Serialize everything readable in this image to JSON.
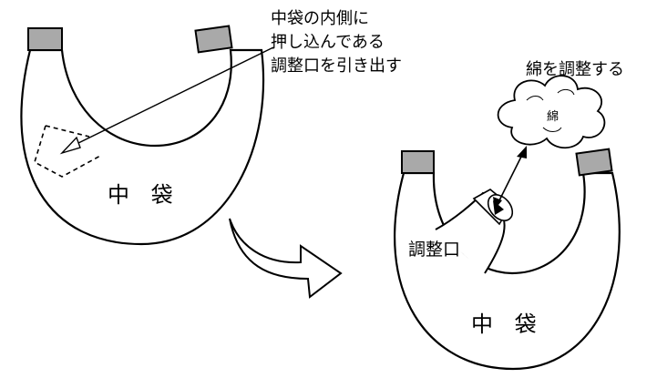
{
  "left": {
    "callout_lines": [
      "中袋の内側に",
      "押し込んである",
      "調整口を引き出す"
    ],
    "bag_label": "中 袋"
  },
  "right": {
    "title": "綿を調整する",
    "cloud_label": "綿",
    "port_label": "調整口",
    "bag_label": "中 袋"
  },
  "colors": {
    "stroke": "#000000",
    "tab_fill": "#a9a9a9",
    "background": "#ffffff"
  }
}
